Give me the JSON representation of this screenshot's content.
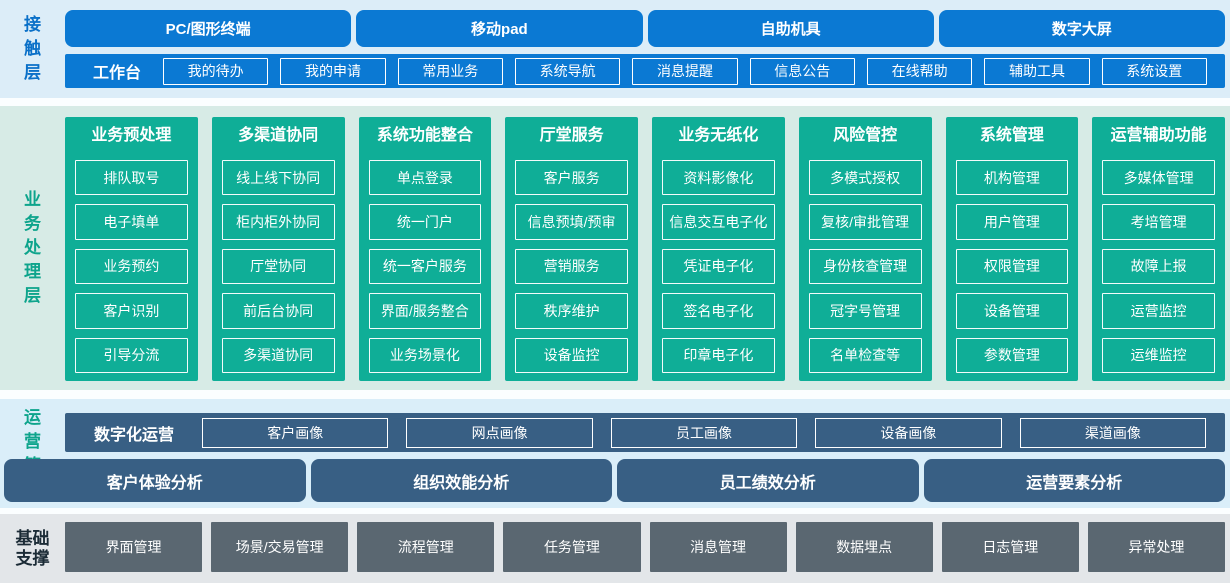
{
  "colors": {
    "contact_bg": "#dcedf8",
    "contact_blue": "#0b79d3",
    "contact_label_blue": "#0a70c8",
    "business_bg": "#d7ebe6",
    "business_teal": "#0fae97",
    "teal_label": "#0da48c",
    "ops_bg": "#daeef9",
    "ops_navy": "#385f84",
    "foundation_bg": "#e3e6e9",
    "foundation_gray": "#5a6771",
    "foundation_label_dark": "#1b2b36"
  },
  "layers": {
    "contact": {
      "label": "接触层",
      "channels": [
        "PC/图形终端",
        "移动pad",
        "自助机具",
        "数字大屏"
      ],
      "workbench": {
        "label": "工作台",
        "items": [
          "我的待办",
          "我的申请",
          "常用业务",
          "系统导航",
          "消息提醒",
          "信息公告",
          "在线帮助",
          "辅助工具",
          "系统设置"
        ]
      }
    },
    "business": {
      "label": "业务处理层",
      "columns": [
        {
          "title": "业务预处理",
          "items": [
            "排队取号",
            "电子填单",
            "业务预约",
            "客户识别",
            "引导分流"
          ]
        },
        {
          "title": "多渠道协同",
          "items": [
            "线上线下协同",
            "柜内柜外协同",
            "厅堂协同",
            "前后台协同",
            "多渠道协同"
          ]
        },
        {
          "title": "系统功能整合",
          "items": [
            "单点登录",
            "统一门户",
            "统一客户服务",
            "界面/服务整合",
            "业务场景化"
          ]
        },
        {
          "title": "厅堂服务",
          "items": [
            "客户服务",
            "信息预填/预审",
            "营销服务",
            "秩序维护",
            "设备监控"
          ]
        },
        {
          "title": "业务无纸化",
          "items": [
            "资料影像化",
            "信息交互电子化",
            "凭证电子化",
            "签名电子化",
            "印章电子化"
          ]
        },
        {
          "title": "风险管控",
          "items": [
            "多模式授权",
            "复核/审批管理",
            "身份核查管理",
            "冠字号管理",
            "名单检查等"
          ]
        },
        {
          "title": "系统管理",
          "items": [
            "机构管理",
            "用户管理",
            "权限管理",
            "设备管理",
            "参数管理"
          ]
        },
        {
          "title": "运营辅助功能",
          "items": [
            "多媒体管理",
            "考培管理",
            "故障上报",
            "运营监控",
            "运维监控"
          ]
        }
      ]
    },
    "operations": {
      "label": "运营管控",
      "digital": {
        "label": "数字化运营",
        "items": [
          "客户画像",
          "网点画像",
          "员工画像",
          "设备画像",
          "渠道画像"
        ]
      },
      "analysis": [
        "客户体验分析",
        "组织效能分析",
        "员工绩效分析",
        "运营要素分析"
      ]
    },
    "foundation": {
      "label": "基础支撑",
      "items": [
        "界面管理",
        "场景/交易管理",
        "流程管理",
        "任务管理",
        "消息管理",
        "数据埋点",
        "日志管理",
        "异常处理"
      ]
    }
  }
}
